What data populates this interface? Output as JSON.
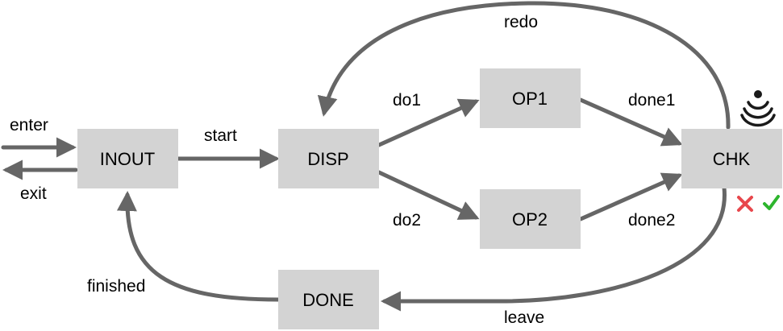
{
  "nodes": {
    "inout": "INOUT",
    "disp": "DISP",
    "op1": "OP1",
    "op2": "OP2",
    "chk": "CHK",
    "done": "DONE"
  },
  "edges": {
    "enter": "enter",
    "exit": "exit",
    "start": "start",
    "do1": "do1",
    "do2": "do2",
    "done1": "done1",
    "done2": "done2",
    "redo": "redo",
    "leave": "leave",
    "finished": "finished"
  },
  "icons": {
    "chk_signal": "wireless-signal-icon",
    "chk_fail": "cross-icon",
    "chk_pass": "check-icon"
  },
  "colors": {
    "node_fill": "#d3d3d3",
    "edge": "#666666",
    "fail": "#e8474c",
    "pass": "#2db52d"
  }
}
